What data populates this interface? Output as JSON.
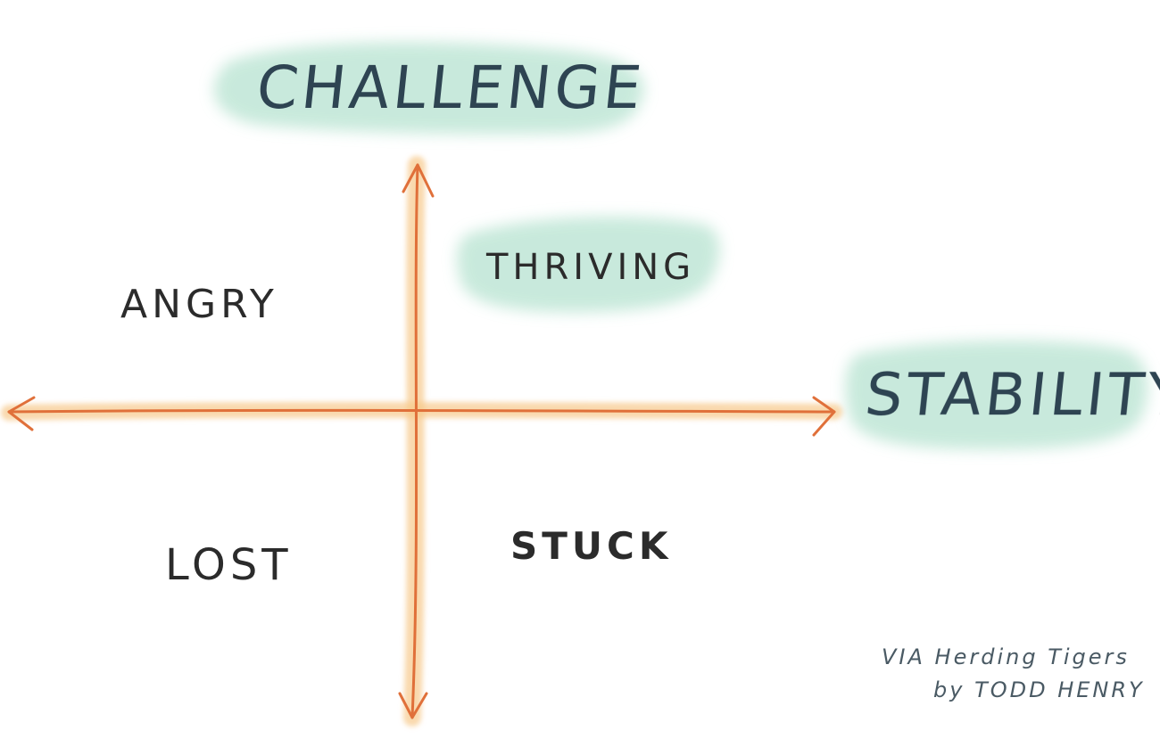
{
  "diagram": {
    "y_axis_title": "CHALLENGE",
    "x_axis_title": "STABILITY",
    "quadrants": {
      "top_left": "ANGRY",
      "top_right": "THRIVING",
      "bottom_left": "LOST",
      "bottom_right": "STUCK"
    },
    "credit": {
      "line1": "VIA Herding Tigers",
      "line2": "by TODD HENRY"
    }
  },
  "colors": {
    "highlight": "#bfe6d6",
    "axis_line": "#e0703a",
    "axis_glow": "#f6c98a",
    "text_dark": "#2b2b2b",
    "text_title": "#2e4452"
  }
}
